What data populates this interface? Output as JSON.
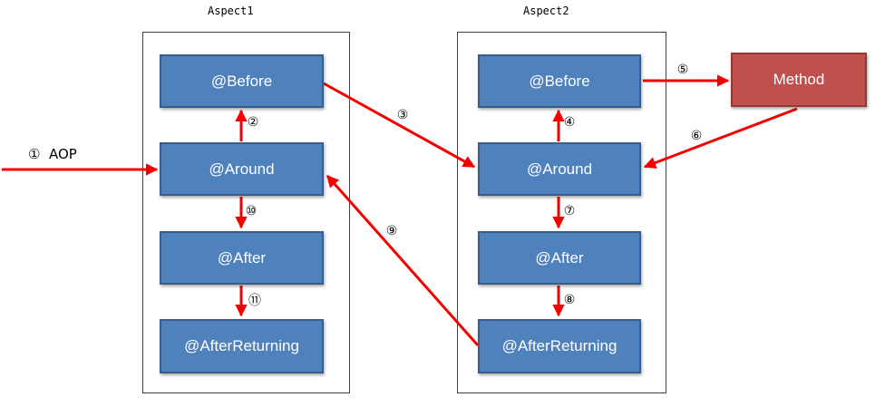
{
  "colors": {
    "background": "#ffffff",
    "box_fill": "#4f81bd",
    "box_border": "#385d8a",
    "method_fill": "#c0504d",
    "method_border": "#953735",
    "arrow": "#f40000",
    "container_border": "#404040",
    "text_light": "#ffffff",
    "text_dark": "#000000"
  },
  "aspects": [
    {
      "title": "Aspect1",
      "boxes": [
        "@Before",
        "@Around",
        "@After",
        "@AfterReturning"
      ]
    },
    {
      "title": "Aspect2",
      "boxes": [
        "@Before",
        "@Around",
        "@After",
        "@AfterReturning"
      ]
    }
  ],
  "method_label": "Method",
  "arrows": {
    "a1": "①  AOP",
    "a2": "②",
    "a3": "③",
    "a4": "④",
    "a5": "⑤",
    "a6": "⑥",
    "a7": "⑦",
    "a8": "⑧",
    "a9": "⑨",
    "a10": "⑩",
    "a11": "⑪"
  }
}
